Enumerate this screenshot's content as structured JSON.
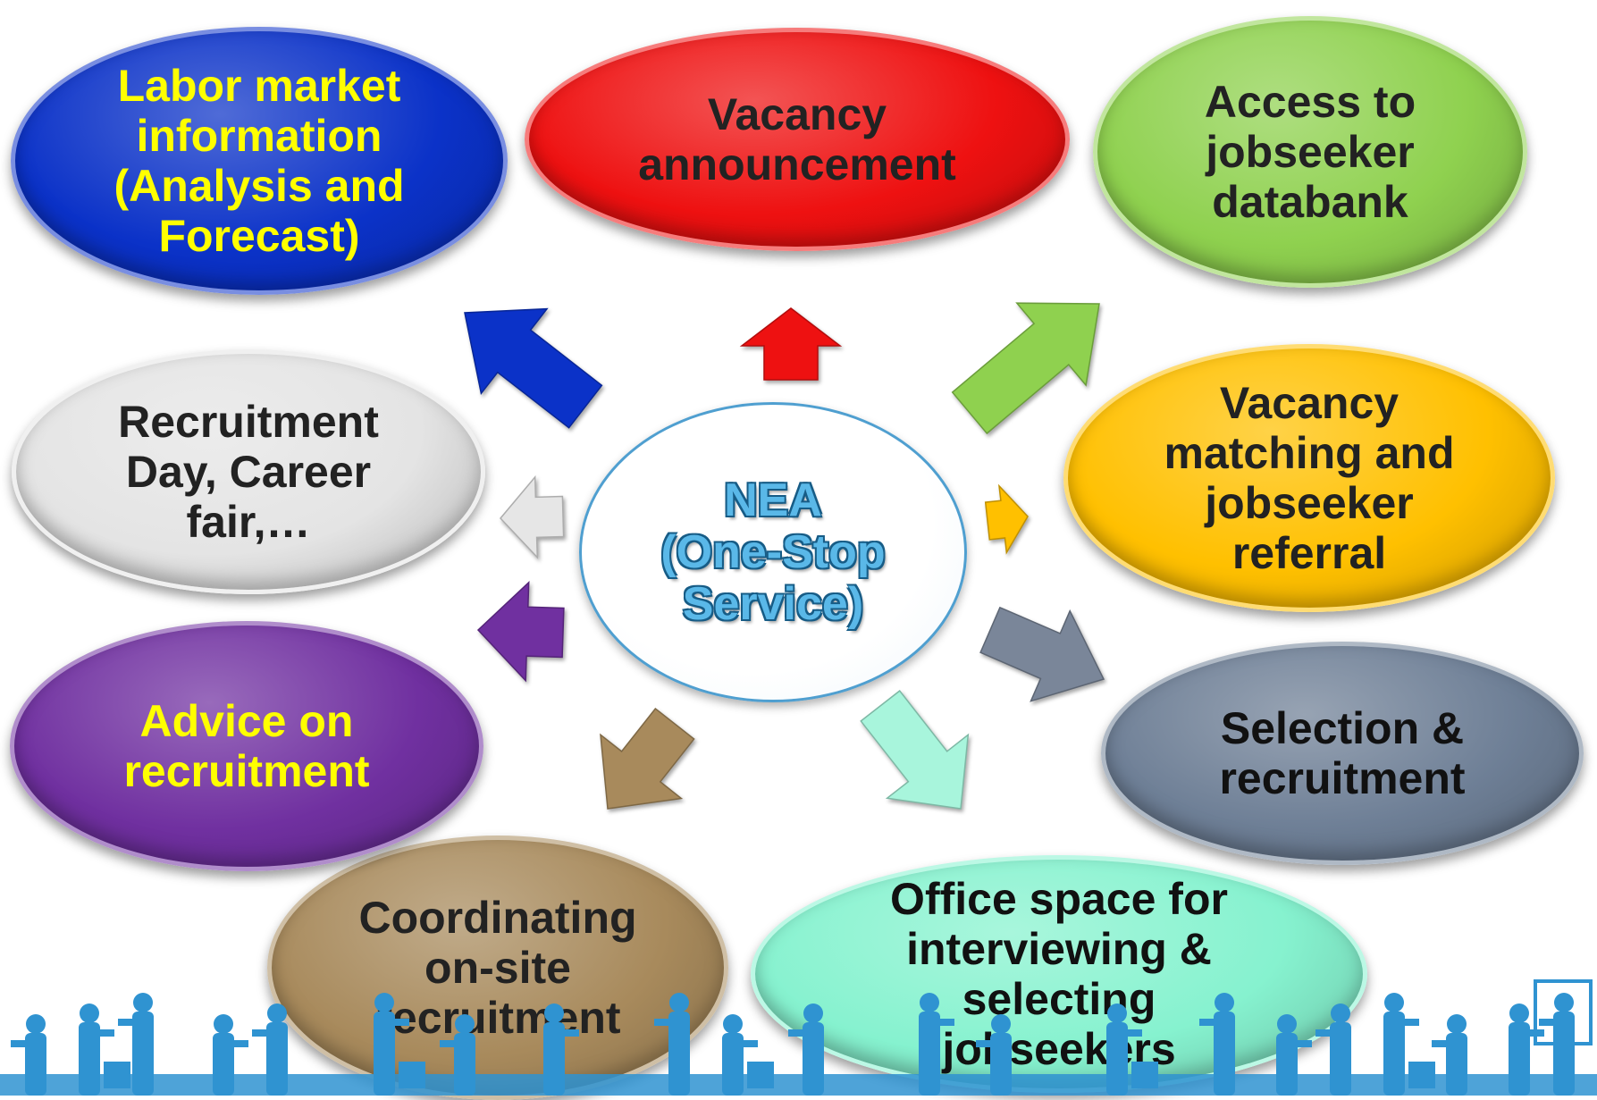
{
  "hub": {
    "label": "NEA\n(One-Stop\nService)",
    "color": "#eef6fb",
    "text_color": "#5ab8e8"
  },
  "nodes": [
    {
      "id": "labor-market-information",
      "label": "Labor market\ninformation\n(Analysis and\nForecast)",
      "color": "#0b32c8",
      "text_color": "#ffff00"
    },
    {
      "id": "vacancy-announcement",
      "label": "Vacancy\nannouncement",
      "color": "#ee1111",
      "text_color": "#222222"
    },
    {
      "id": "access-jobseeker-databank",
      "label": "Access to\njobseeker\ndatabank",
      "color": "#8fd14f",
      "text_color": "#222222"
    },
    {
      "id": "vacancy-matching",
      "label": "Vacancy\nmatching and\njobseeker\nreferral",
      "color": "#ffc000",
      "text_color": "#222222"
    },
    {
      "id": "selection-recruitment",
      "label": "Selection &\nrecruitment",
      "color": "#6e7f96",
      "text_color": "#111111"
    },
    {
      "id": "office-space",
      "label": "Office space for\ninterviewing &\nselecting\njobseekers",
      "color": "#86f2cf",
      "text_color": "#111111"
    },
    {
      "id": "coordinating-onsite",
      "label": "Coordinating\non-site\nrecruitment",
      "color": "#a88a5c",
      "text_color": "#222222"
    },
    {
      "id": "advice-on-recruitment",
      "label": "Advice on\nrecruitment",
      "color": "#7030a0",
      "text_color": "#ffff00"
    },
    {
      "id": "recruitment-day",
      "label": "Recruitment\nDay, Career\nfair,…",
      "color": "#e4e4e4",
      "text_color": "#222222"
    }
  ],
  "arrows": [
    {
      "target": "labor-market-information",
      "color": "#0b32c8"
    },
    {
      "target": "vacancy-announcement",
      "color": "#ee1111"
    },
    {
      "target": "access-jobseeker-databank",
      "color": "#8fd14f"
    },
    {
      "target": "vacancy-matching",
      "color": "#ffc000"
    },
    {
      "target": "selection-recruitment",
      "color": "#7a8699"
    },
    {
      "target": "office-space",
      "color": "#a8f5dc"
    },
    {
      "target": "coordinating-onsite",
      "color": "#a88a5c"
    },
    {
      "target": "advice-on-recruitment",
      "color": "#7030a0"
    },
    {
      "target": "recruitment-day",
      "color": "#e6e6e6"
    }
  ],
  "footer": {
    "silhouette_color": "#2f93d1",
    "icon": "workers-silhouette-strip"
  }
}
